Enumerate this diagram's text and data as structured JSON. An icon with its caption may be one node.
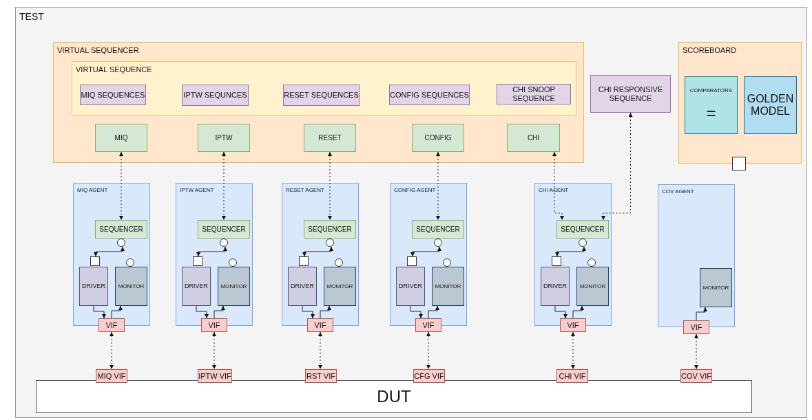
{
  "diagram": {
    "nodes": [
      {
        "text": [
          "TEST"
        ]
      },
      {
        "text": [
          "VIRTUAL SEQUENCER"
        ],
        "in": 0
      },
      {
        "text": [
          "VIRTUAL SEQUENCE"
        ],
        "in": 1
      },
      {
        "text": [
          "MIQ SEQUENCES"
        ],
        "in": 2
      },
      {
        "text": [
          "IPTW SEQUNCES"
        ],
        "in": 2
      },
      {
        "text": [
          "RESET SEQUENCES"
        ],
        "in": 2
      },
      {
        "text": [
          "CONFIG SEQUENCES"
        ],
        "in": 2
      },
      {
        "text": [
          "CHI SNOOP SEQUENCE"
        ],
        "in": 2
      },
      {
        "text": [
          "MIQ"
        ],
        "in": 1
      },
      {
        "text": [
          "IPTW"
        ],
        "in": 1
      },
      {
        "text": [
          "RESET"
        ],
        "in": 1
      },
      {
        "text": [
          "CONFIG"
        ],
        "in": 1
      },
      {
        "text": [
          "CHI"
        ],
        "in": 1
      },
      {
        "text": [
          "CHI RESPONSIVE SEQUENCE"
        ],
        "in": 0
      },
      {
        "text": [
          "SCOREBOARD"
        ],
        "in": 0
      },
      {
        "text": [
          "COMPARATORS",
          "="
        ],
        "in": 14
      },
      {
        "text": [
          "GOLDEN MODEL"
        ],
        "in": 14
      },
      {
        "text": [],
        "shape": "box",
        "in": 0
      },
      {
        "text": [
          "MIQ AGENT"
        ],
        "in": 0
      },
      {
        "text": [
          "SEQUENCER"
        ],
        "in": 18
      },
      {
        "text": [],
        "shape": "circle",
        "in": 18
      },
      {
        "text": [],
        "shape": "box",
        "in": 18
      },
      {
        "text": [],
        "shape": "circle",
        "in": 18
      },
      {
        "text": [
          "DRIVER"
        ],
        "in": 18
      },
      {
        "text": [
          "MONITOR"
        ],
        "in": 18
      },
      {
        "text": [
          "VIF"
        ],
        "in": 0
      },
      {
        "text": [
          "IPTW AGENT"
        ],
        "in": 0
      },
      {
        "text": [
          "SEQUENCER"
        ],
        "in": 26
      },
      {
        "text": [],
        "shape": "circle",
        "in": 26
      },
      {
        "text": [],
        "shape": "box",
        "in": 26
      },
      {
        "text": [],
        "shape": "circle",
        "in": 26
      },
      {
        "text": [
          "DRIVER"
        ],
        "in": 26
      },
      {
        "text": [
          "MONITOR"
        ],
        "in": 26
      },
      {
        "text": [
          "VIF"
        ],
        "in": 0
      },
      {
        "text": [
          "RESET AGENT"
        ],
        "in": 0
      },
      {
        "text": [
          "SEQUENCER"
        ],
        "in": 34
      },
      {
        "text": [],
        "shape": "circle",
        "in": 34
      },
      {
        "text": [],
        "shape": "box",
        "in": 34
      },
      {
        "text": [],
        "shape": "circle",
        "in": 34
      },
      {
        "text": [
          "DRIVER"
        ],
        "in": 34
      },
      {
        "text": [
          "MONITOR"
        ],
        "in": 34
      },
      {
        "text": [
          "VIF"
        ],
        "in": 0
      },
      {
        "text": [
          "CONFIG AGENT"
        ],
        "in": 0
      },
      {
        "text": [
          "SEQUENCER"
        ],
        "in": 42
      },
      {
        "text": [],
        "shape": "circle",
        "in": 42
      },
      {
        "text": [],
        "shape": "box",
        "in": 42
      },
      {
        "text": [],
        "shape": "circle",
        "in": 42
      },
      {
        "text": [
          "DRIVER"
        ],
        "in": 42
      },
      {
        "text": [
          "MONITOR"
        ],
        "in": 42
      },
      {
        "text": [
          "VIF"
        ],
        "in": 0
      },
      {
        "text": [
          "CHI AGENT"
        ],
        "in": 0
      },
      {
        "text": [
          "SEQUENCER"
        ],
        "in": 50
      },
      {
        "text": [],
        "shape": "circle",
        "in": 50
      },
      {
        "text": [],
        "shape": "box",
        "in": 50
      },
      {
        "text": [],
        "shape": "circle",
        "in": 50
      },
      {
        "text": [
          "DRIVER"
        ],
        "in": 50
      },
      {
        "text": [
          "MONITOR"
        ],
        "in": 50
      },
      {
        "text": [
          "VIF"
        ],
        "in": 0
      },
      {
        "text": [
          "COV AGENT"
        ],
        "in": 0
      },
      {
        "text": [
          "MONITOR"
        ],
        "in": 58
      },
      {
        "text": [
          "VIF"
        ],
        "in": 0
      },
      {
        "text": [
          "DUT"
        ],
        "in": 0
      },
      {
        "text": [
          "MIQ VIF"
        ],
        "in": 0
      },
      {
        "text": [
          "IPTW VIF"
        ],
        "in": 0
      },
      {
        "text": [
          "RST VIF"
        ],
        "in": 0
      },
      {
        "text": [
          "CFG VIF"
        ],
        "in": 0
      },
      {
        "text": [
          "CHI VIF"
        ],
        "in": 0
      },
      {
        "text": [
          "COV VIF"
        ],
        "in": 0
      }
    ],
    "edges": [
      {
        "from": 8,
        "to": 19,
        "arrow": "both",
        "style": "dashed"
      },
      {
        "from": 9,
        "to": 27,
        "arrow": "both",
        "style": "dashed"
      },
      {
        "from": 10,
        "to": 35,
        "arrow": "both",
        "style": "dashed"
      },
      {
        "from": 11,
        "to": 43,
        "arrow": "both",
        "style": "dashed"
      },
      {
        "from": 12,
        "to": 51,
        "arrow": "both",
        "style": "dashed"
      },
      {
        "from": 13,
        "to": 51,
        "arrow": "both",
        "style": "dashed"
      },
      {
        "from": 21,
        "to": 20,
        "arrow": "both"
      },
      {
        "from": 23,
        "to": 25,
        "arrow": "to"
      },
      {
        "from": 25,
        "to": 24,
        "arrow": "to"
      },
      {
        "from": 29,
        "to": 28,
        "arrow": "both"
      },
      {
        "from": 31,
        "to": 33,
        "arrow": "to"
      },
      {
        "from": 33,
        "to": 32,
        "arrow": "to"
      },
      {
        "from": 37,
        "to": 36,
        "arrow": "both"
      },
      {
        "from": 39,
        "to": 41,
        "arrow": "to"
      },
      {
        "from": 41,
        "to": 40,
        "arrow": "to"
      },
      {
        "from": 45,
        "to": 44,
        "arrow": "both"
      },
      {
        "from": 47,
        "to": 49,
        "arrow": "to"
      },
      {
        "from": 49,
        "to": 48,
        "arrow": "to"
      },
      {
        "from": 53,
        "to": 52,
        "arrow": "both"
      },
      {
        "from": 55,
        "to": 57,
        "arrow": "to"
      },
      {
        "from": 57,
        "to": 56,
        "arrow": "to"
      },
      {
        "from": 60,
        "to": 59,
        "arrow": "to"
      },
      {
        "from": 25,
        "to": 62,
        "arrow": "both",
        "style": "dashed"
      },
      {
        "from": 33,
        "to": 63,
        "arrow": "both",
        "style": "dashed"
      },
      {
        "from": 41,
        "to": 64,
        "arrow": "both",
        "style": "dashed"
      },
      {
        "from": 49,
        "to": 65,
        "arrow": "both",
        "style": "dashed"
      },
      {
        "from": 57,
        "to": 66,
        "arrow": "both",
        "style": "dashed"
      },
      {
        "from": 60,
        "to": 67,
        "arrow": "both",
        "style": "dashed"
      }
    ]
  }
}
